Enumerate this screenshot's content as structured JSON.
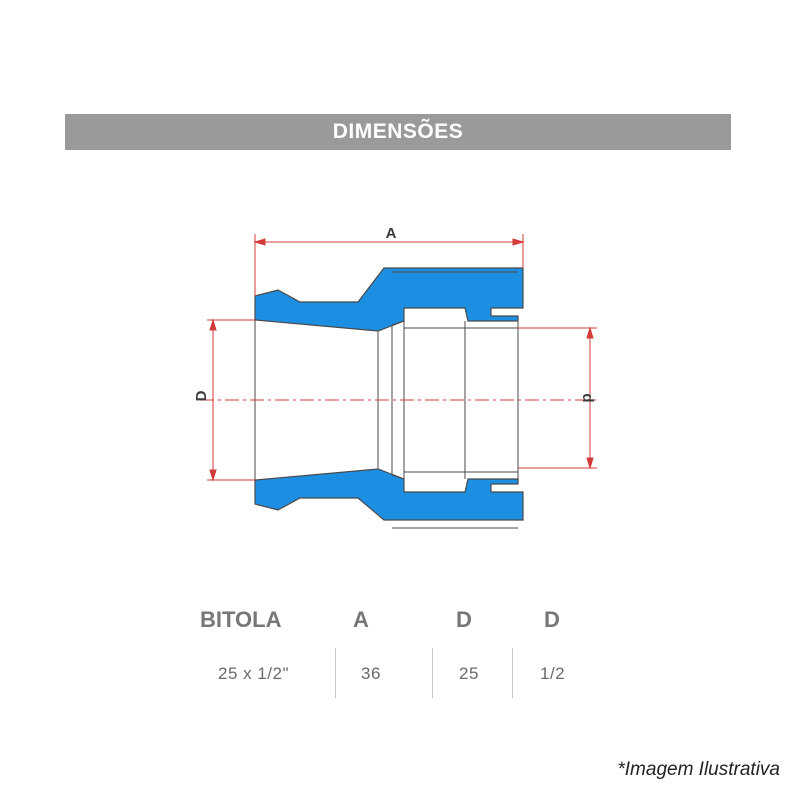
{
  "banner": {
    "title": "DIMENSÕES"
  },
  "drawing": {
    "dimension_labels": {
      "length": "A",
      "outer_diameter": "D",
      "thread_diameter": "d"
    },
    "colors": {
      "body": "#1d8fe3",
      "dimension_line": "#d43b3b",
      "outline": "#4a4a4a"
    }
  },
  "table": {
    "headers": [
      "BITOLA",
      "A",
      "D",
      "D"
    ],
    "rows": [
      [
        "25 x 1/2\"",
        "36",
        "25",
        "1/2"
      ]
    ]
  },
  "footnote": "*Imagem Ilustrativa"
}
